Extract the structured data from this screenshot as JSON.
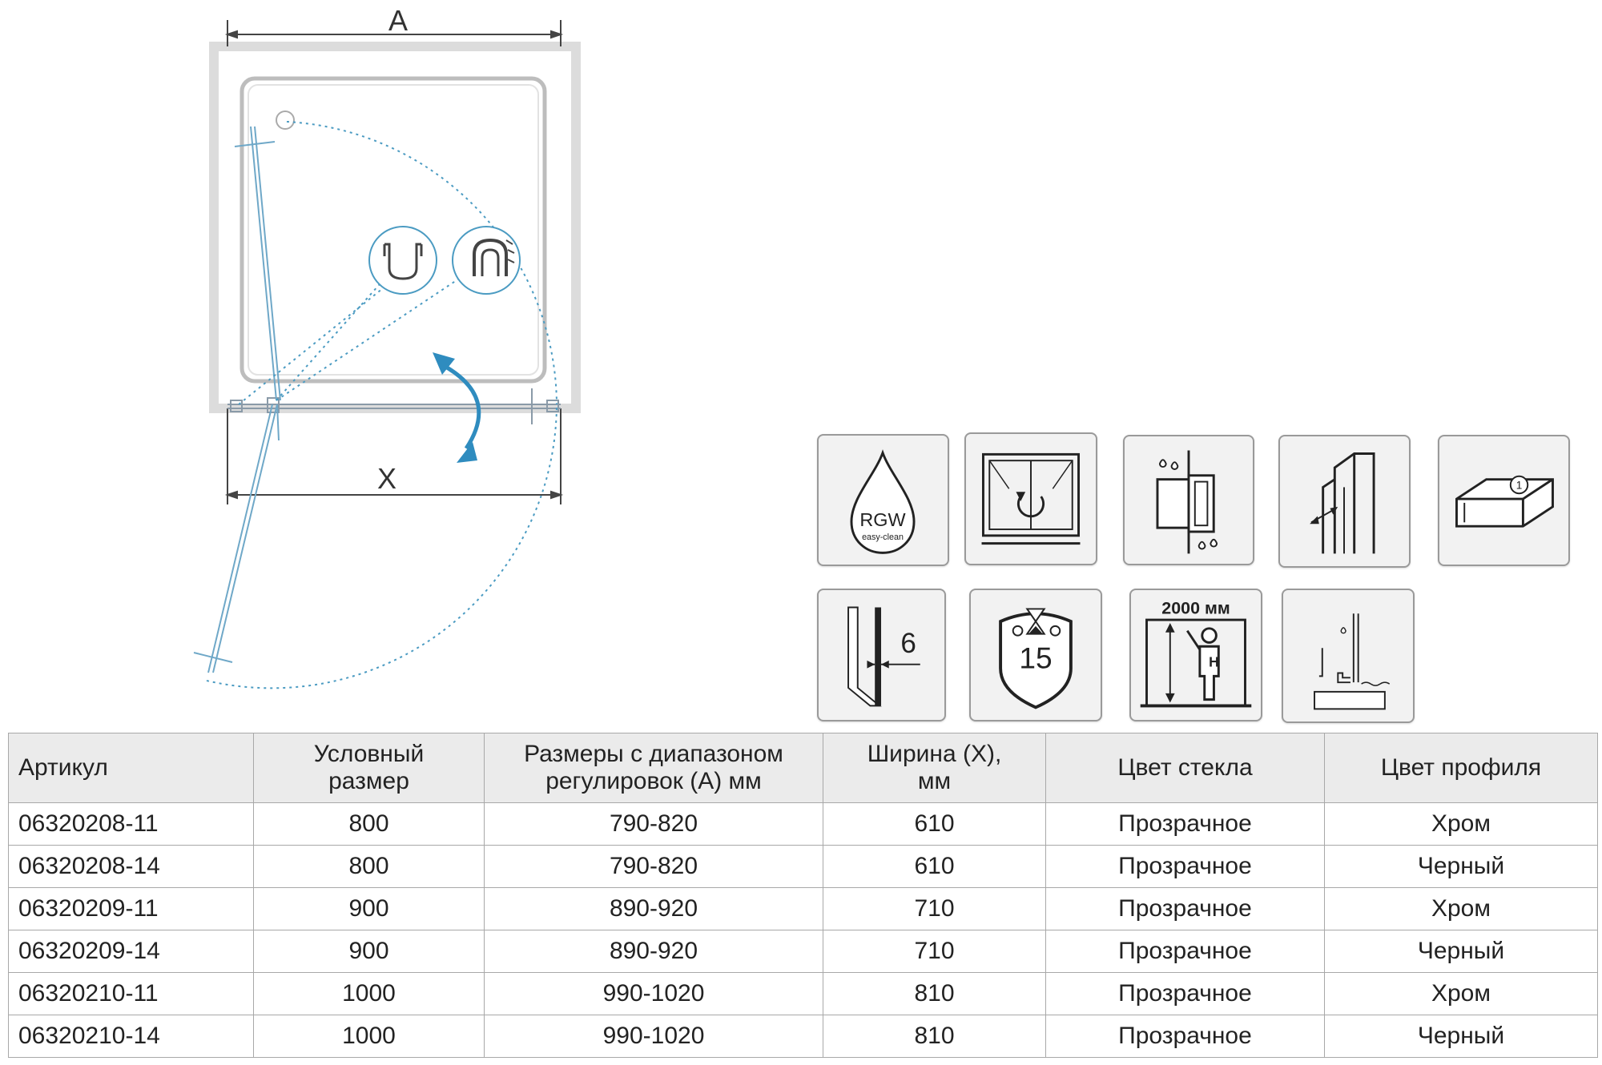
{
  "diagram": {
    "label_a": "A",
    "label_x": "X"
  },
  "icons": {
    "rgw_main": "RGW",
    "rgw_sub": "easy-clean",
    "glass_thickness": "6",
    "warranty_years": "15",
    "height_label": "2000 мм",
    "height_symbol": "H",
    "package_number": "1"
  },
  "table": {
    "headers": {
      "article": "Артикул",
      "size_l1": "Условный",
      "size_l2": "размер",
      "range_l1": "Размеры с диапазоном",
      "range_l2": "регулировок (А) мм",
      "width_l1": "Ширина (Х),",
      "width_l2": "мм",
      "glass": "Цвет стекла",
      "profile": "Цвет профиля"
    },
    "rows": [
      {
        "article": "06320208-11",
        "size": "800",
        "range": "790-820",
        "width": "610",
        "glass": "Прозрачное",
        "profile": "Хром"
      },
      {
        "article": "06320208-14",
        "size": "800",
        "range": "790-820",
        "width": "610",
        "glass": "Прозрачное",
        "profile": "Черный"
      },
      {
        "article": "06320209-11",
        "size": "900",
        "range": "890-920",
        "width": "710",
        "glass": "Прозрачное",
        "profile": "Хром"
      },
      {
        "article": "06320209-14",
        "size": "900",
        "range": "890-920",
        "width": "710",
        "glass": "Прозрачное",
        "profile": "Черный"
      },
      {
        "article": "06320210-11",
        "size": "1000",
        "range": "990-1020",
        "width": "810",
        "glass": "Прозрачное",
        "profile": "Хром"
      },
      {
        "article": "06320210-14",
        "size": "1000",
        "range": "990-1020",
        "width": "810",
        "glass": "Прозрачное",
        "profile": "Черный"
      }
    ]
  }
}
